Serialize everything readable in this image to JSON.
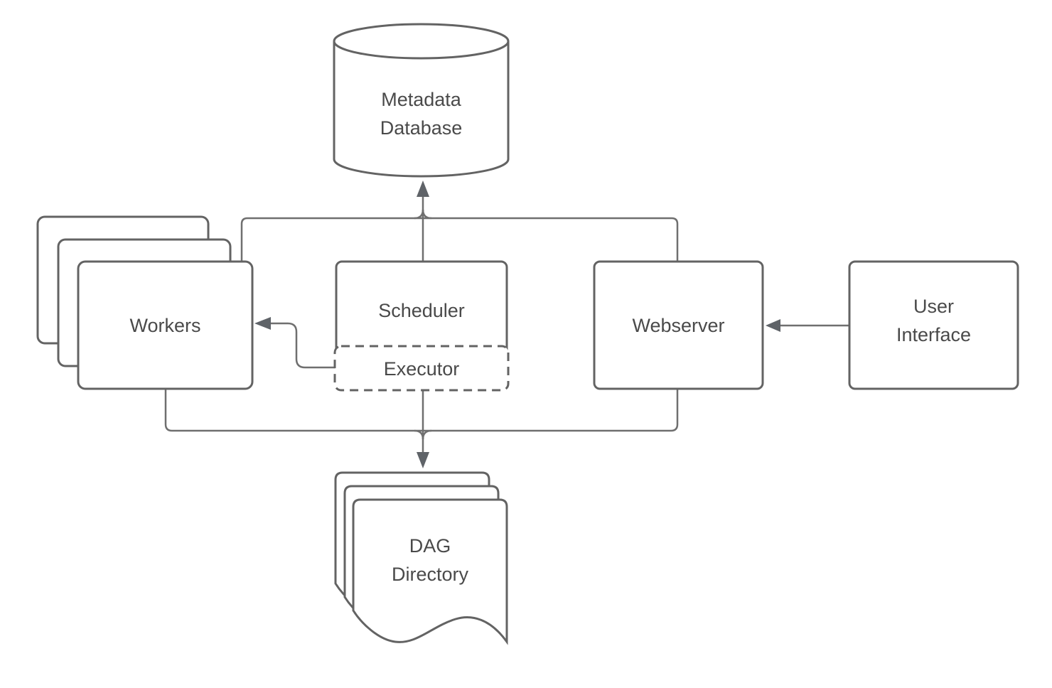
{
  "diagram": {
    "kind": "architecture-flowchart",
    "background_color": "#ffffff",
    "shape_stroke_color": "#636363",
    "connector_color": "#6f6f6f",
    "text_color": "#4a4a4a",
    "nodes": {
      "metadata_database": {
        "label": "Metadata\nDatabase",
        "shape": "cylinder"
      },
      "workers": {
        "label": "Workers",
        "shape": "stacked-rectangles",
        "stack_count": 3
      },
      "scheduler": {
        "label": "Scheduler",
        "shape": "rectangle"
      },
      "executor": {
        "label": "Executor",
        "shape": "dashed-rectangle-inside-scheduler"
      },
      "webserver": {
        "label": "Webserver",
        "shape": "rectangle"
      },
      "user_interface": {
        "label": "User\nInterface",
        "shape": "rectangle"
      },
      "dag_directory": {
        "label": "DAG\nDirectory",
        "shape": "stacked-documents",
        "stack_count": 3
      }
    },
    "edges": [
      {
        "from": "scheduler",
        "to": "metadata_database",
        "style": "arrow-up"
      },
      {
        "from": "workers",
        "to": "metadata_database",
        "style": "merges-into-scheduler-arrow"
      },
      {
        "from": "webserver",
        "to": "metadata_database",
        "style": "merges-into-scheduler-arrow"
      },
      {
        "from": "executor",
        "to": "workers",
        "style": "arrow-left"
      },
      {
        "from": "user_interface",
        "to": "webserver",
        "style": "arrow-left"
      },
      {
        "from": "executor",
        "to": "dag_directory",
        "style": "arrow-down"
      },
      {
        "from": "workers",
        "to": "dag_directory",
        "style": "merges-into-executor-arrow"
      },
      {
        "from": "webserver",
        "to": "dag_directory",
        "style": "merges-into-executor-arrow"
      }
    ]
  }
}
